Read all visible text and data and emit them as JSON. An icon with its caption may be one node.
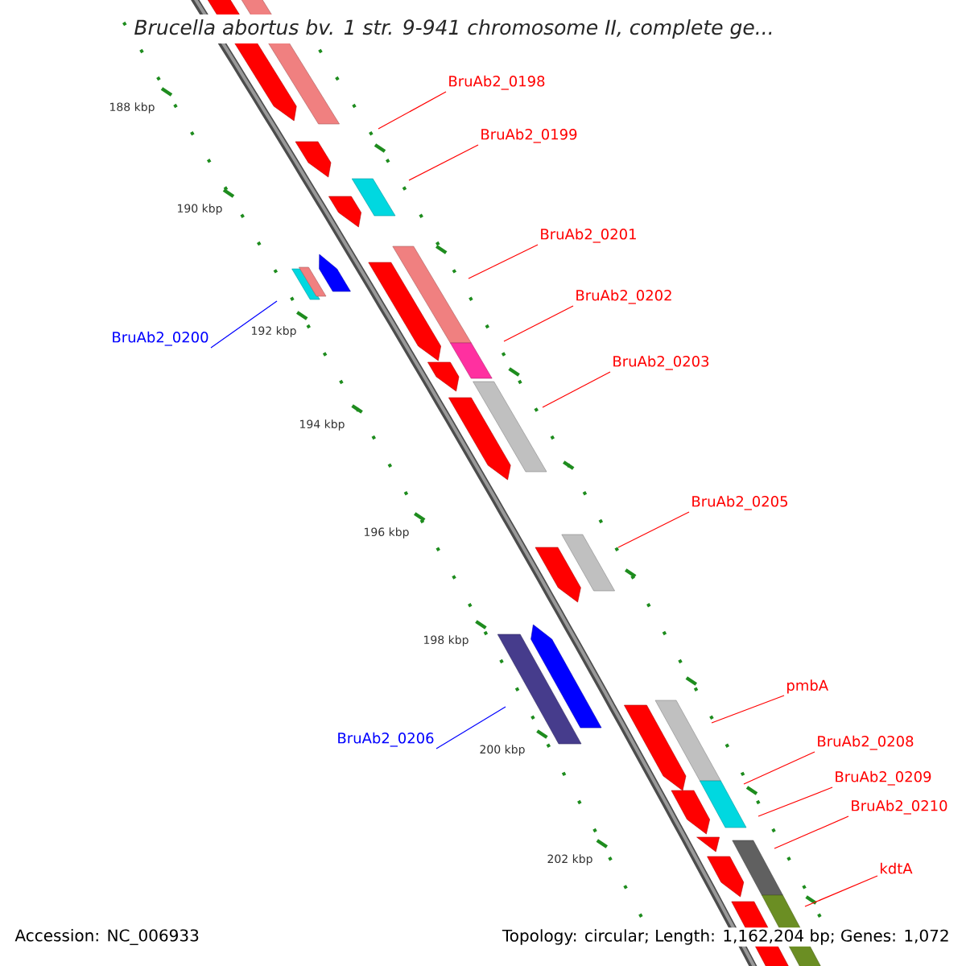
{
  "diagram": {
    "title": "Brucella abortus bv. 1 str. 9-941 chromosome II, complete ge...",
    "nodes": [
      {
        "text": [
          "BruAb2_0198"
        ]
      },
      {
        "text": [
          "BruAb2_0199"
        ]
      },
      {
        "text": [
          "BruAb2_0201"
        ]
      },
      {
        "text": [
          "BruAb2_0202"
        ]
      },
      {
        "text": [
          "BruAb2_0200"
        ]
      },
      {
        "text": [
          "BruAb2_0203"
        ]
      },
      {
        "text": [
          "BruAb2_0205"
        ]
      },
      {
        "text": [
          "pmbA"
        ]
      },
      {
        "text": [
          "BruAb2_0206"
        ]
      },
      {
        "text": [
          "BruAb2_0208"
        ]
      },
      {
        "text": [
          "BruAb2_0209"
        ]
      },
      {
        "text": [
          "BruAb2_0210"
        ]
      },
      {
        "text": [
          "kdtA"
        ]
      }
    ],
    "edges": [
      {
        "from": 0,
        "to": null,
        "arrow": "none"
      },
      {
        "from": 1,
        "to": null,
        "arrow": "none"
      },
      {
        "from": 2,
        "to": null,
        "arrow": "none"
      },
      {
        "from": 3,
        "to": null,
        "arrow": "none"
      },
      {
        "from": 4,
        "to": null,
        "arrow": "none",
        "color": "#0000ff"
      },
      {
        "from": 5,
        "to": null,
        "arrow": "none"
      },
      {
        "from": 6,
        "to": null,
        "arrow": "none"
      },
      {
        "from": 7,
        "to": null,
        "arrow": "none"
      },
      {
        "from": 8,
        "to": null,
        "arrow": "none",
        "color": "#0000ff"
      },
      {
        "from": 9,
        "to": null,
        "arrow": "none"
      },
      {
        "from": 10,
        "to": null,
        "arrow": "none"
      },
      {
        "from": 11,
        "to": null,
        "arrow": "none"
      },
      {
        "from": 12,
        "to": null,
        "arrow": "none"
      }
    ],
    "labels": [
      "188 kbp",
      "190 kbp",
      "192 kbp",
      "194 kbp",
      "196 kbp",
      "198 kbp",
      "200 kbp",
      "202 kbp",
      "Accession: NC_006933",
      "Topology: circular; Length: 1,162,204 bp; Genes: 1,072"
    ]
  }
}
